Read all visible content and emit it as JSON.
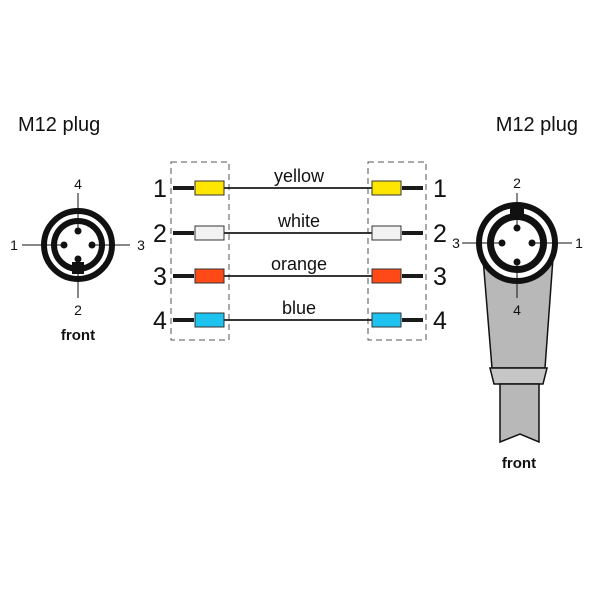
{
  "left_plug": {
    "title": "M12 plug",
    "front_label": "front",
    "pins": {
      "top": "4",
      "left": "1",
      "right": "3",
      "bottom": "2"
    }
  },
  "right_plug": {
    "title": "M12 plug",
    "front_label": "front",
    "pins": {
      "top": "2",
      "left": "3",
      "right": "1",
      "bottom": "4"
    }
  },
  "wires": [
    {
      "pin": "1",
      "color_name": "yellow",
      "color": "#FFE600"
    },
    {
      "pin": "2",
      "color_name": "white",
      "color": "#F2F2F2"
    },
    {
      "pin": "3",
      "color_name": "orange",
      "color": "#FF4A17"
    },
    {
      "pin": "4",
      "color_name": "blue",
      "color": "#1EC3F0"
    }
  ],
  "colors": {
    "line": "#1a1a1a",
    "cable": "#b8b8b8",
    "dash": "#555555"
  }
}
